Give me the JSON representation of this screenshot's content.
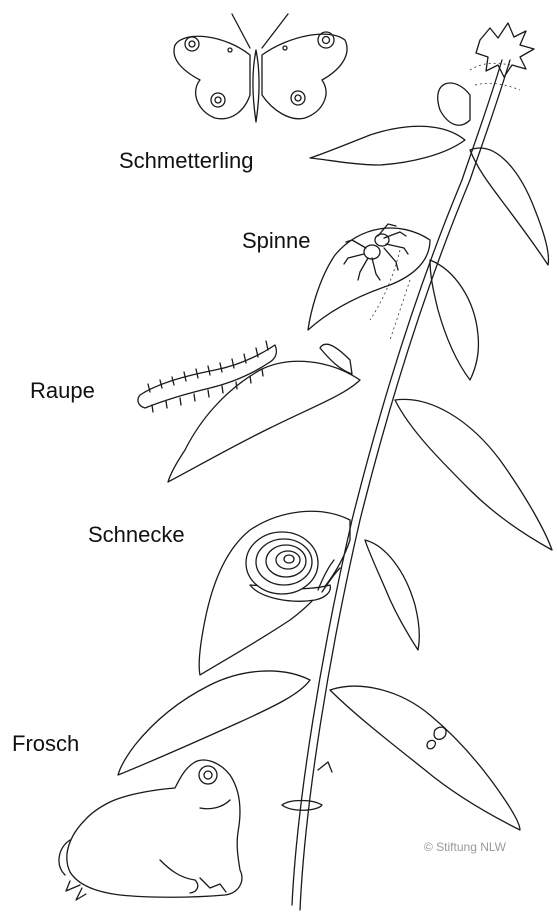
{
  "labels": {
    "butterfly": "Schmetterling",
    "spider": "Spinne",
    "caterpillar": "Raupe",
    "snail": "Schnecke",
    "frog": "Frosch"
  },
  "credit": "© Stiftung NLW",
  "colors": {
    "ink": "#1a1a1a",
    "background": "#ffffff",
    "credit": "#9a9a9a"
  },
  "icons": [
    "butterfly-illustration",
    "spider-illustration",
    "caterpillar-illustration",
    "snail-illustration",
    "frog-illustration",
    "nettle-plant-illustration"
  ]
}
